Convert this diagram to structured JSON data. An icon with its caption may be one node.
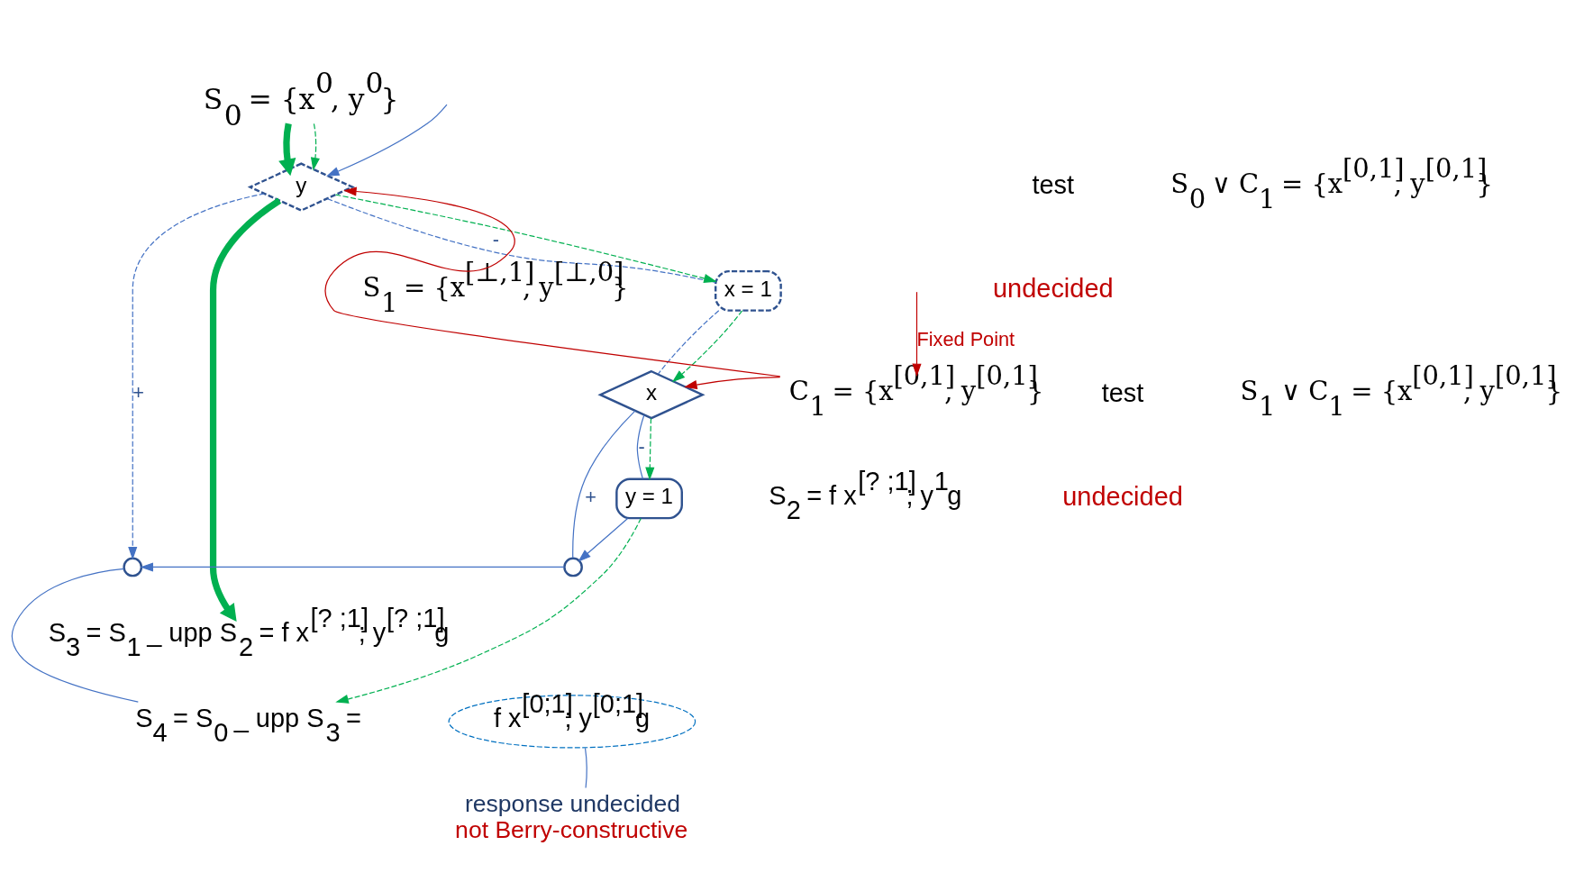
{
  "diagram": {
    "nodes": [
      {
        "text": [
          "S$_{0}$ = {x$^{0}$, y$^{0}$}"
        ]
      },
      {
        "text": [
          "y"
        ]
      },
      {
        "text": [
          "x = 1"
        ]
      },
      {
        "text": [
          "x"
        ]
      },
      {
        "text": [
          "y = 1"
        ]
      },
      {
        "text": [],
        "shape": "circle"
      },
      {
        "text": [],
        "shape": "circle"
      },
      {
        "text": [
          "S$_{1}$ = {x$^{[⊥,1]}$, y$^{[⊥,0]}$}"
        ]
      },
      {
        "text": [
          "S$_{2}$ = f x$^{[? ;1]}$; y$^{1}$g"
        ]
      },
      {
        "text": [
          "S$_{3}$ = S$_{1}$ _ upp S$_{2}$ = f x$^{[? ;1]}$; y$^{[? ;1]}$g"
        ]
      },
      {
        "text": [
          "S$_{4}$ = S$_{0}$ _ upp S$_{3}$ ="
        ]
      },
      {
        "text": [
          "f x$^{[0;1]}$; y$^{[0;1]}$g"
        ]
      },
      {
        "text": [
          "response undecided",
          "not Berry-constructive"
        ]
      },
      {
        "text": [
          "C$_{1}$ = {x$^{[0,1]}$, y$^{[0,1]}$}"
        ]
      }
    ],
    "edges": [
      {
        "from": 0,
        "to": 1,
        "arrow": "to",
        "style": "thick",
        "color": "#00b050"
      },
      {
        "from": 0,
        "to": 1,
        "arrow": "to",
        "style": "dashed",
        "color": "#00b050"
      },
      {
        "from": null,
        "to": 1,
        "arrow": "to"
      },
      {
        "from": 1,
        "to": 2,
        "arrow": "none",
        "label": "-",
        "style": "dashed"
      },
      {
        "from": 1,
        "to": 2,
        "arrow": "to",
        "style": "dashed",
        "color": "#00b050"
      },
      {
        "from": 1,
        "to": 5,
        "arrow": "to",
        "label": "+",
        "style": "dashed"
      },
      {
        "from": 1,
        "to": 9,
        "arrow": "to",
        "style": "thick",
        "color": "#00b050"
      },
      {
        "from": 2,
        "to": 3,
        "arrow": "none",
        "style": "dashed"
      },
      {
        "from": 2,
        "to": 3,
        "arrow": "to",
        "style": "dashed",
        "color": "#00b050"
      },
      {
        "from": 3,
        "to": 6,
        "arrow": "none",
        "label": "+"
      },
      {
        "from": 3,
        "to": 4,
        "arrow": "none",
        "label": "-"
      },
      {
        "from": 3,
        "to": 4,
        "arrow": "to",
        "style": "dashed",
        "color": "#00b050"
      },
      {
        "from": 4,
        "to": 6,
        "arrow": "to"
      },
      {
        "from": 6,
        "to": 5,
        "arrow": "to"
      },
      {
        "from": 5,
        "to": 10,
        "arrow": "none"
      },
      {
        "from": 4,
        "to": 10,
        "arrow": "to",
        "style": "dashed",
        "color": "#00b050"
      },
      {
        "from": 13,
        "to": 1,
        "arrow": "to",
        "color": "#c00000"
      },
      {
        "from": 13,
        "to": 3,
        "arrow": "to",
        "color": "#c00000"
      },
      {
        "from": null,
        "to": 13,
        "arrow": "to",
        "label": "Fixed Point",
        "color": "#c00000"
      },
      {
        "from": 12,
        "to": 11,
        "arrow": "none",
        "color": "#4472c4"
      }
    ],
    "labels": [
      "test",
      "undecided",
      "S$_{0}$ ∨ C$_{1}$ = {x$^{[0,1]}$, y$^{[0,1]}$}",
      "test",
      "undecided",
      "S$_{1}$ ∨ C$_{1}$ = {x$^{[0,1]}$, y$^{[0,1]}$}"
    ]
  }
}
